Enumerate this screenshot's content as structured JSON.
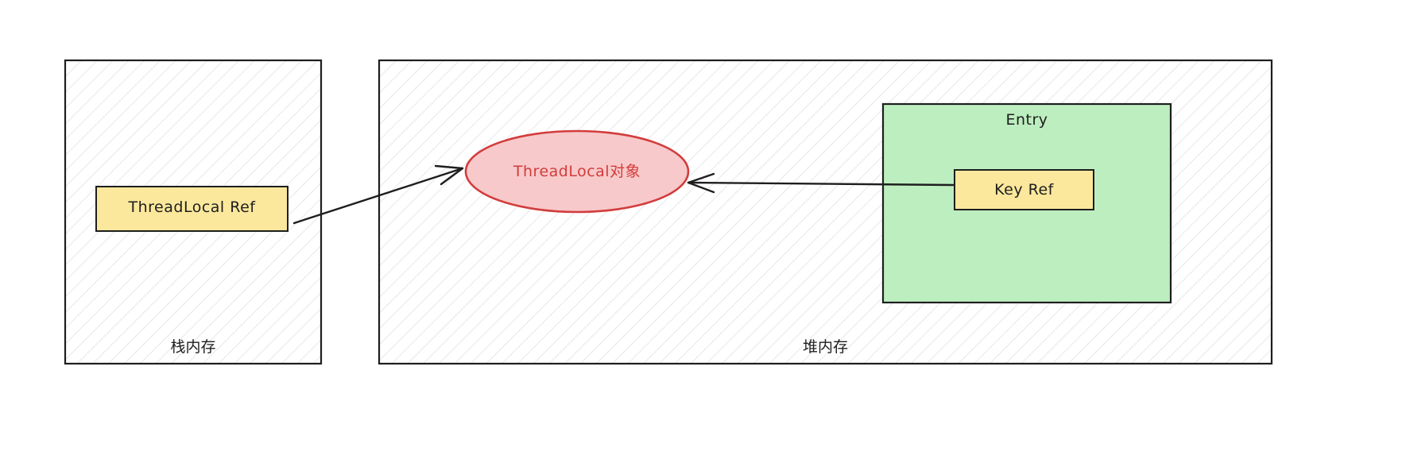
{
  "diagram": {
    "colors": {
      "stroke": "#1e1e1e",
      "hatch": "#d9dde2",
      "note_fill": "#fbe89c",
      "ellipse_fill": "#f7c9ca",
      "ellipse_stroke": "#d33c3c",
      "ellipse_text": "#d33c3c",
      "entry_fill": "#bdeebf"
    },
    "stack_memory": {
      "label": "栈内存"
    },
    "heap_memory": {
      "label": "堆内存"
    },
    "threadlocal_ref": {
      "label": "ThreadLocal Ref"
    },
    "threadlocal_object": {
      "label": "ThreadLocal对象"
    },
    "entry": {
      "label": "Entry",
      "key_ref": {
        "label": "Key Ref"
      }
    },
    "arrows": [
      {
        "from": "ThreadLocal Ref",
        "to": "ThreadLocal对象"
      },
      {
        "from": "Key Ref",
        "to": "ThreadLocal对象"
      }
    ]
  }
}
